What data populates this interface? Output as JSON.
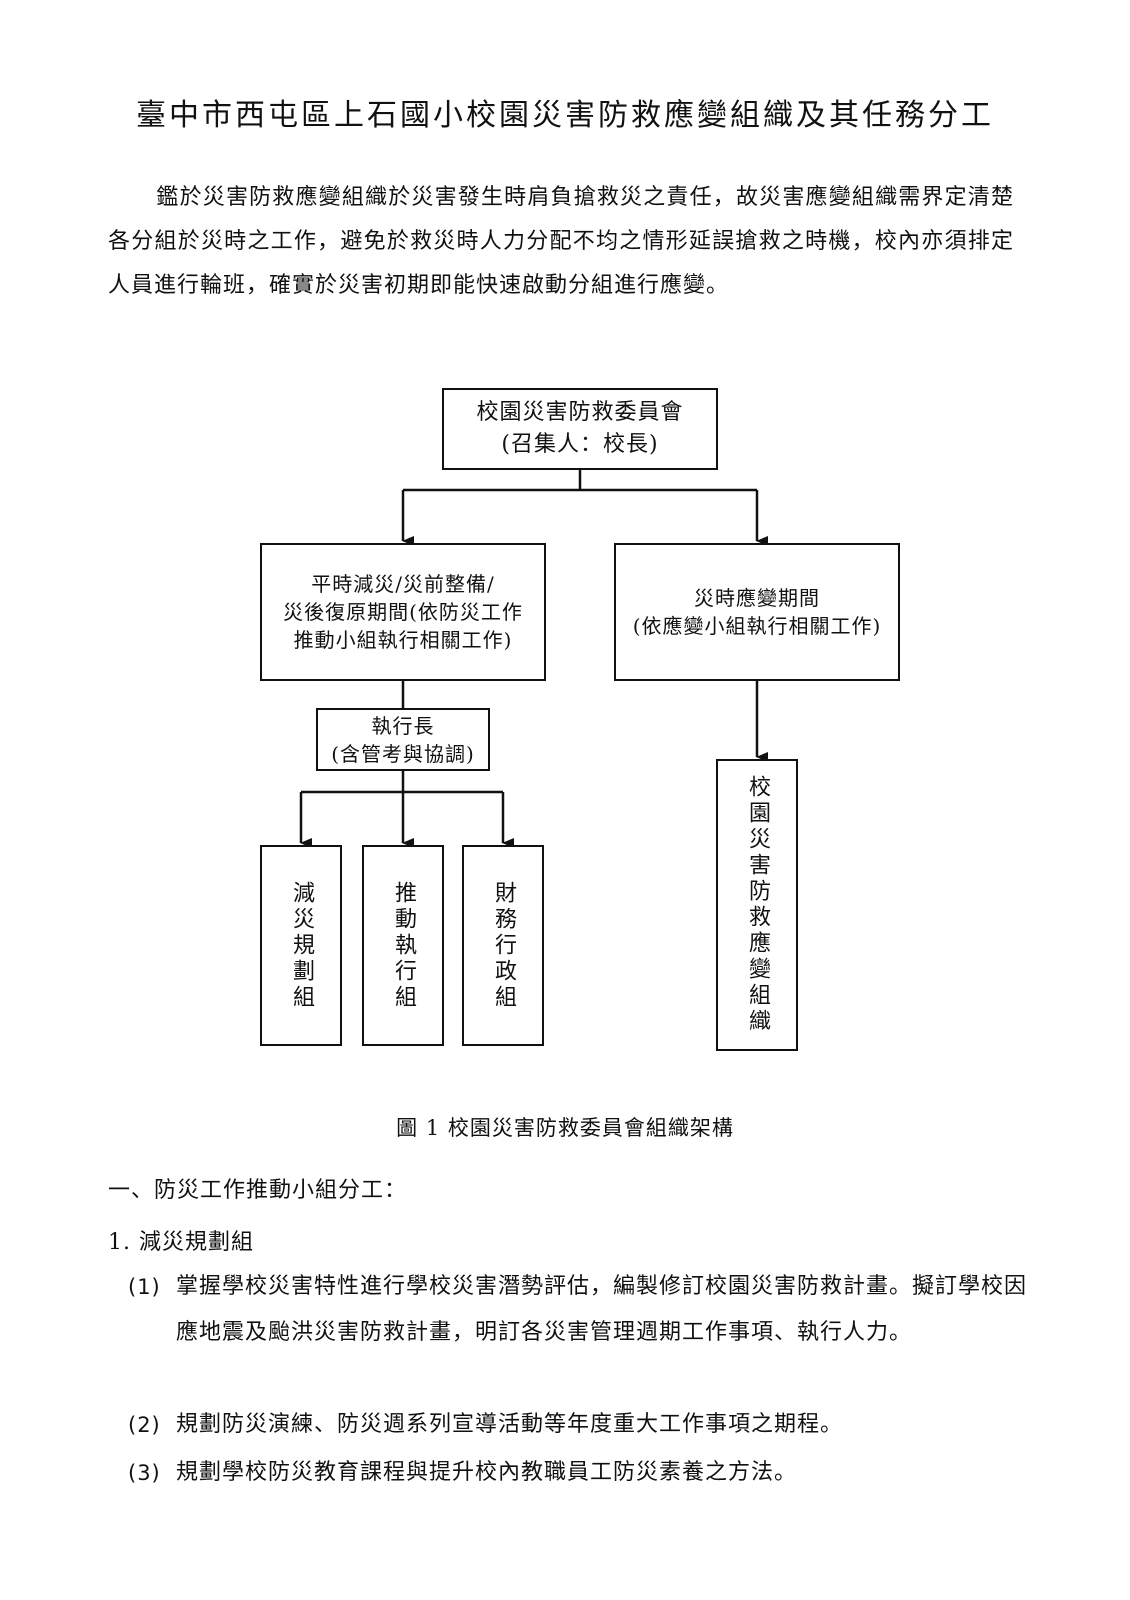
{
  "document": {
    "title": "臺中市西屯區上石國小校園災害防救應變組織及其任務分工",
    "intro": "鑑於災害防救應變組織於災害發生時肩負搶救災之責任，故災害應變組織需界定清楚各分組於災時之工作，避免於救災時人力分配不均之情形延誤搶救之時機，校內亦須排定人員進行輪班，確實於災害初期即能快速啟動分組進行應變。"
  },
  "org_chart": {
    "committee": {
      "line1": "校園災害防救委員會",
      "line2": "(召集人：校長)"
    },
    "peacetime": {
      "line1": "平時減災/災前整備/",
      "line2": "災後復原期間(依防災工作",
      "line3": "推動小組執行相關工作)"
    },
    "disaster_time": {
      "line1": "災時應變期間",
      "line2": "(依應變小組執行相關工作)"
    },
    "executive": {
      "line1": "執行長",
      "line2": "(含管考與協調)"
    },
    "groups": [
      "減災規劃組",
      "推動執行組",
      "財務行政組"
    ],
    "response_org": "校園災害防救應變組織"
  },
  "figure": {
    "caption": "圖 1 校園災害防救委員會組織架構"
  },
  "section": {
    "heading": "一、防災工作推動小組分工：",
    "subheading": "1. 減災規劃組",
    "tasks": [
      {
        "num": "(1)",
        "text": "掌握學校災害特性進行學校災害潛勢評估，編製修訂校園災害防救計畫。擬訂學校因應地震及颱洪災害防救計畫，明訂各災害管理週期工作事項、執行人力。"
      },
      {
        "num": "(2)",
        "text": "規劃防災演練、防災週系列宣導活動等年度重大工作事項之期程。"
      },
      {
        "num": "(3)",
        "text": "規劃學校防災教育課程與提升校內教職員工防災素養之方法。"
      }
    ]
  }
}
